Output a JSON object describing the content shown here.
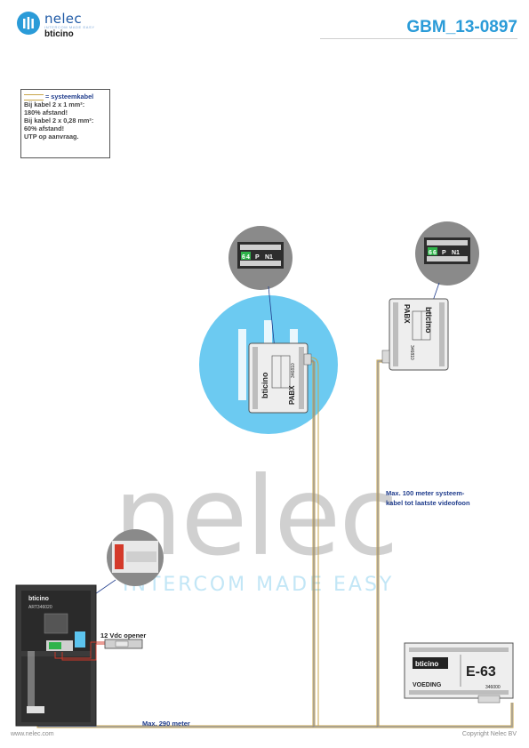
{
  "header": {
    "brand_name": "nelec",
    "brand_tagline": "INTERCOM MADE EASY",
    "partner_brand": "bticino",
    "doc_code": "GBM_13-0897"
  },
  "legend_box": {
    "legend_label": "= systeemkabel",
    "lines": [
      "Bij kabel 2 x 1 mm²:",
      "180% afstand!",
      "Bij kabel 2 x 0,28 mm²:",
      "60% afstand!",
      "UTP op aanvraag."
    ]
  },
  "pabx_left": {
    "brand": "bticino",
    "name": "PABX",
    "code": "346810",
    "zoom_terminals": [
      "6",
      "4",
      "P",
      "N1"
    ]
  },
  "pabx_right": {
    "brand": "bticino",
    "name": "PABX",
    "code": "346810",
    "zoom_terminals": [
      "6",
      "6",
      "P",
      "N1"
    ]
  },
  "annotation_max100": [
    "Max. 100 meter systeem-",
    "kabel tot laatste videofoon"
  ],
  "annotation_max290": "Max. 290 meter",
  "opener_label": "12 Vdc opener",
  "door_panel": {
    "brand": "bticino",
    "model": "ART346020"
  },
  "voeding": {
    "brand": "bticino",
    "model": "E-63",
    "label": "VOEDING",
    "code": "346000"
  },
  "watermark": {
    "big": "nelec",
    "small": "INTERCOM MADE EASY"
  },
  "footer": {
    "left": "www.nelec.com",
    "right": "Copyright Nelec BV"
  },
  "colors": {
    "cable": "#c8a54b",
    "accent_blue": "#2a9bd8",
    "annotation_blue": "#1f3c8c",
    "watermark_circle": "#5cc4ef",
    "wire_red": "#d43a2a",
    "terminal_green": "#2fb34a"
  }
}
